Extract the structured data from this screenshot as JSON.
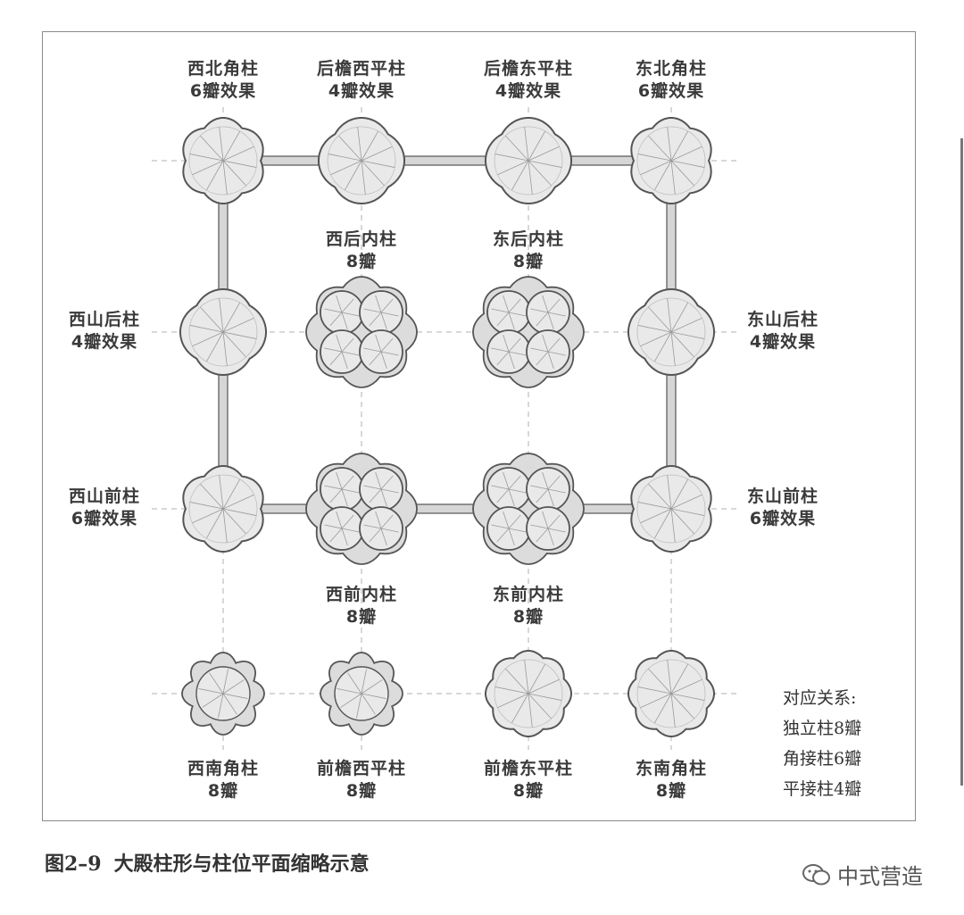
{
  "colors": {
    "stroke": "#555555",
    "fill": "#e9e9e9",
    "petal": "#dcdcdc",
    "beam": "#d6d6d6",
    "axis": "#b0b0b0"
  },
  "columns": [
    {
      "id": "nw",
      "row": 0,
      "col": 0,
      "type": "lobed",
      "lobes": 6,
      "label": [
        "西北角柱",
        "6瓣效果"
      ],
      "label_pos": "above"
    },
    {
      "id": "n-w",
      "row": 0,
      "col": 1,
      "type": "lobed",
      "lobes": 4,
      "label": [
        "后檐西平柱",
        "4瓣效果"
      ],
      "label_pos": "above"
    },
    {
      "id": "n-e",
      "row": 0,
      "col": 2,
      "type": "lobed",
      "lobes": 4,
      "label": [
        "后檐东平柱",
        "4瓣效果"
      ],
      "label_pos": "above"
    },
    {
      "id": "ne",
      "row": 0,
      "col": 3,
      "type": "lobed",
      "lobes": 6,
      "label": [
        "东北角柱",
        "6瓣效果"
      ],
      "label_pos": "above"
    },
    {
      "id": "w-back",
      "row": 1,
      "col": 0,
      "type": "lobed",
      "lobes": 4,
      "label": [
        "西山后柱",
        "4瓣效果"
      ],
      "label_pos": "left"
    },
    {
      "id": "in-nw",
      "row": 1,
      "col": 1,
      "type": "cluster",
      "lobes": 8,
      "label": [
        "西后内柱",
        "8瓣"
      ],
      "label_pos": "above"
    },
    {
      "id": "in-ne",
      "row": 1,
      "col": 2,
      "type": "cluster",
      "lobes": 8,
      "label": [
        "东后内柱",
        "8瓣"
      ],
      "label_pos": "above"
    },
    {
      "id": "e-back",
      "row": 1,
      "col": 3,
      "type": "lobed",
      "lobes": 4,
      "label": [
        "东山后柱",
        "4瓣效果"
      ],
      "label_pos": "right"
    },
    {
      "id": "w-front",
      "row": 2,
      "col": 0,
      "type": "lobed",
      "lobes": 6,
      "label": [
        "西山前柱",
        "6瓣效果"
      ],
      "label_pos": "left"
    },
    {
      "id": "in-sw",
      "row": 2,
      "col": 1,
      "type": "cluster",
      "lobes": 8,
      "label": [
        "西前内柱",
        "8瓣"
      ],
      "label_pos": "below"
    },
    {
      "id": "in-se",
      "row": 2,
      "col": 2,
      "type": "cluster",
      "lobes": 8,
      "label": [
        "东前内柱",
        "8瓣"
      ],
      "label_pos": "below"
    },
    {
      "id": "e-front",
      "row": 2,
      "col": 3,
      "type": "lobed",
      "lobes": 6,
      "label": [
        "东山前柱",
        "6瓣效果"
      ],
      "label_pos": "right"
    },
    {
      "id": "sw",
      "row": 3,
      "col": 0,
      "type": "small-cluster",
      "lobes": 8,
      "label": [
        "西南角柱",
        "8瓣"
      ],
      "label_pos": "below"
    },
    {
      "id": "s-w",
      "row": 3,
      "col": 1,
      "type": "small-cluster",
      "lobes": 8,
      "label": [
        "前檐西平柱",
        "8瓣"
      ],
      "label_pos": "below"
    },
    {
      "id": "s-e",
      "row": 3,
      "col": 2,
      "type": "lobed",
      "lobes": 8,
      "label": [
        "前檐东平柱",
        "8瓣"
      ],
      "label_pos": "below"
    },
    {
      "id": "se",
      "row": 3,
      "col": 3,
      "type": "lobed",
      "lobes": 8,
      "label": [
        "东南角柱",
        "8瓣"
      ],
      "label_pos": "below"
    }
  ],
  "legend": {
    "title": "对应关系:",
    "items": [
      "独立柱8瓣",
      "角接柱6瓣",
      "平接柱4瓣"
    ]
  },
  "caption": {
    "number": "图2–9",
    "text": "大殿柱形与柱位平面缩略示意"
  },
  "watermark": {
    "icon": "wechat-icon",
    "text": "中式营造"
  }
}
